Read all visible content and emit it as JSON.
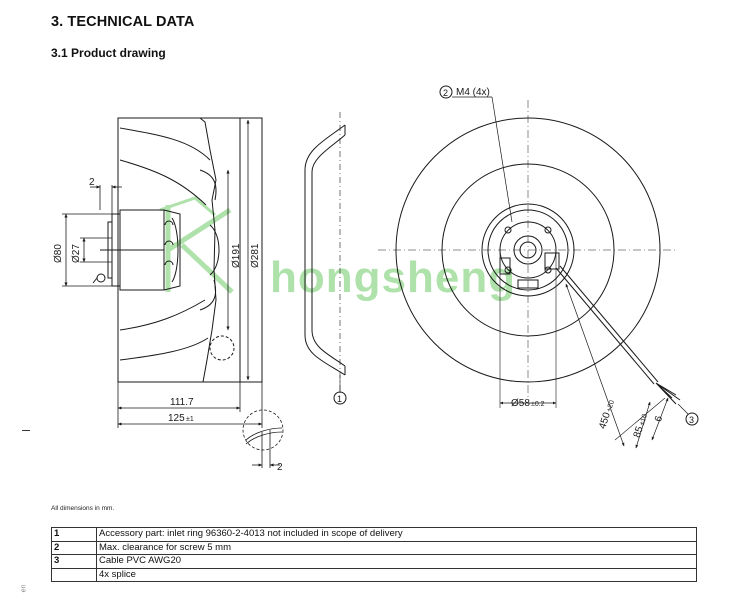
{
  "header": {
    "section_title": "3. TECHNICAL DATA",
    "subsection_title": "3.1 Product drawing"
  },
  "drawing": {
    "watermark": "hongsheng",
    "side_view": {
      "dim_clearance_top": "2",
      "dim_d80": "Ø80",
      "dim_d27": "Ø27",
      "dim_d191": "Ø191",
      "dim_d281": "Ø281",
      "dim_length_1": "111.7",
      "dim_length_2": "125",
      "dim_length_2_tol": "±1",
      "detail_dim": "2"
    },
    "callout_1": "1",
    "front_view": {
      "callout_2": "2",
      "thread_label": "M4 (4x)",
      "dim_d58": "Ø58",
      "dim_d58_tol": "±0.2",
      "cable_len": "450",
      "cable_len_tol": "+20",
      "strip_len": "85",
      "strip_len_tol": "±10",
      "wire_len": "6",
      "callout_3": "3"
    },
    "colors": {
      "line": "#1a1a1a",
      "watermark": "#4fbf45"
    }
  },
  "note": "All dimensions in mm.",
  "legend": {
    "rows": [
      {
        "num": "1",
        "text": "Accessory part: inlet ring 96360-2-4013 not included in scope of delivery"
      },
      {
        "num": "2",
        "text": "Max. clearance for screw 5 mm"
      },
      {
        "num": "3",
        "text": "Cable PVC AWG20"
      },
      {
        "num": "",
        "text": "4x splice"
      }
    ]
  },
  "margin_text": "en"
}
